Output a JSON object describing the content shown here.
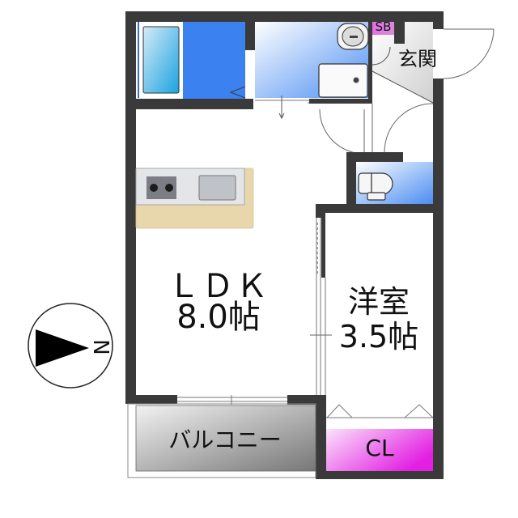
{
  "floorplan": {
    "rooms": {
      "ldk": {
        "name": "ＬＤＫ",
        "size": "8.0帖"
      },
      "western": {
        "name": "洋室",
        "size": "3.5帖"
      },
      "entrance": {
        "name": "玄関"
      },
      "shoe_box": {
        "name": "SB"
      },
      "closet": {
        "name": "CL"
      },
      "balcony": {
        "name": "バルコニー"
      },
      "bath": {
        "name": ""
      },
      "washroom": {
        "name": ""
      },
      "toilet": {
        "name": ""
      },
      "kitchen": {
        "name": ""
      }
    },
    "compass": {
      "direction_letter": "N"
    },
    "colors": {
      "wall": "#3a3a3a",
      "bath_blue": "#3b82f0",
      "washroom_gradient_start": "#ffffff",
      "washroom_gradient_end": "#4a8df2",
      "closet_magenta": "#e82be8",
      "sb_pink": "#e36be3",
      "kitchen_counter": "#e8d6ad",
      "kitchen_top": "#e3e5e8",
      "balcony_gray": "#888888"
    }
  }
}
